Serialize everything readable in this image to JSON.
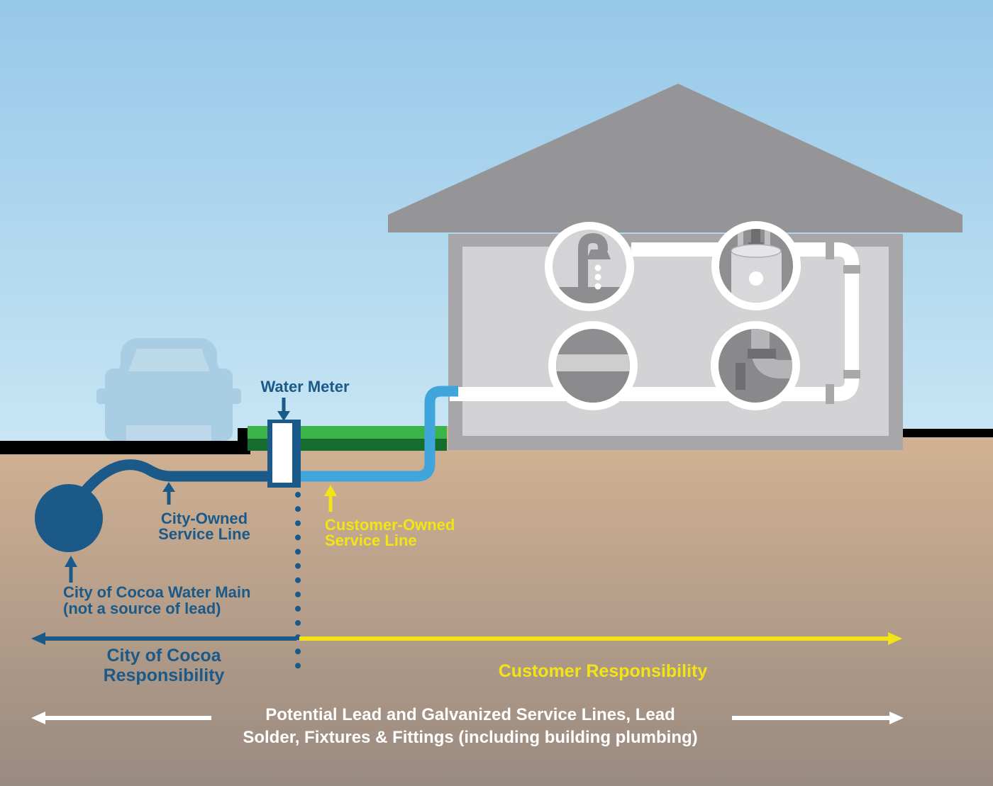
{
  "title": "Water service line responsibility diagram",
  "labels": {
    "water_meter": "Water Meter",
    "city_owned_line1": "City-Owned",
    "city_owned_line2": "Service Line",
    "customer_owned_line1": "Customer-Owned",
    "customer_owned_line2": "Service Line",
    "water_main_line1": "City of Cocoa Water Main",
    "water_main_line2": "(not a source of lead)",
    "city_responsibility_line1": "City of Cocoa",
    "city_responsibility_line2": "Responsibility",
    "customer_responsibility": "Customer Responsibility",
    "footnote_line1": "Potential Lead and Galvanized Service Lines, Lead",
    "footnote_line2": "Solder, Fixtures & Fittings (including building plumbing)"
  },
  "colors": {
    "dark_blue": "#1b5a88",
    "light_blue_pipe": "#3fa5da",
    "yellow": "#f3e515",
    "grass_green": "#3bb54a",
    "grass_dark_green": "#156c2e",
    "sky_top": "#96c8e8",
    "sky_bottom": "#c9e6f4",
    "ground_top": "#d3b394",
    "ground_bottom": "#998a80",
    "roof_gray": "#959597",
    "wall_gray": "#a7a7a9",
    "interior_gray": "#d3d3d5",
    "road_black": "#000000",
    "pipe_white": "#ffffff",
    "car_blue": "#a9cde2"
  },
  "icons": {
    "shower": "shower-faucet-icon",
    "heater": "water-heater-icon",
    "washer": "washing-machine-icon",
    "elbow": "pipe-elbow-icon"
  }
}
